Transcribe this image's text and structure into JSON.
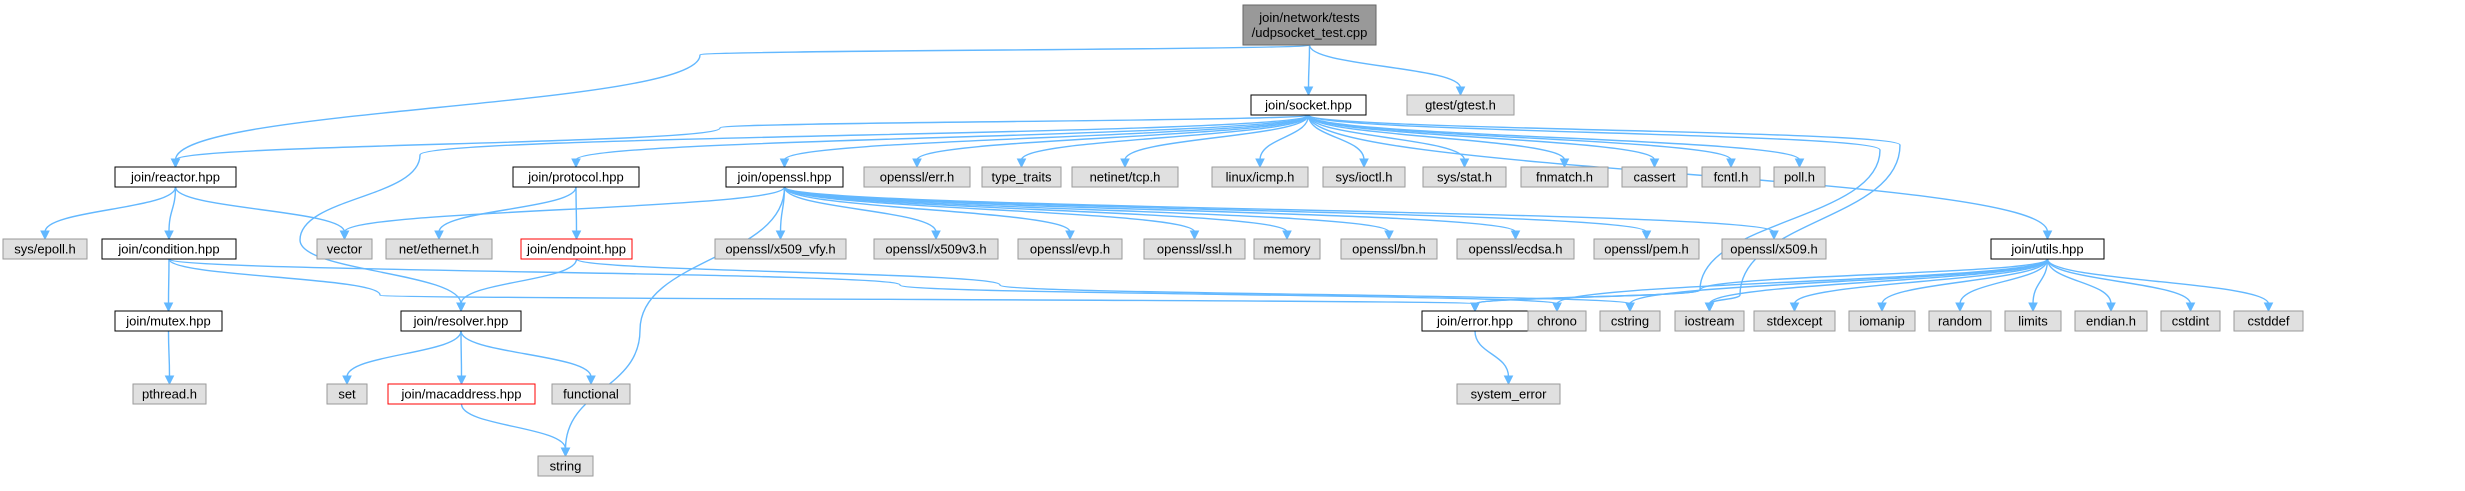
{
  "diagram": {
    "colors": {
      "root_fill": "#999999",
      "root_stroke": "#666666",
      "documented_fill": "#ffffff",
      "documented_stroke": "#000000",
      "missing_stroke": "#ff0000",
      "external_fill": "#e0e0e0",
      "external_stroke": "#999999",
      "edge": "#63b8ff"
    },
    "nodes": [
      {
        "id": "root",
        "lines": [
          "join/network/tests",
          "/udpsocket_test.cpp"
        ],
        "kind": "root"
      },
      {
        "id": "socket",
        "lines": [
          "join/socket.hpp"
        ],
        "kind": "documented"
      },
      {
        "id": "gtest",
        "lines": [
          "gtest/gtest.h"
        ],
        "kind": "external"
      },
      {
        "id": "reactor",
        "lines": [
          "join/reactor.hpp"
        ],
        "kind": "documented"
      },
      {
        "id": "protocol",
        "lines": [
          "join/protocol.hpp"
        ],
        "kind": "documented"
      },
      {
        "id": "openssl",
        "lines": [
          "join/openssl.hpp"
        ],
        "kind": "documented"
      },
      {
        "id": "opensslerr",
        "lines": [
          "openssl/err.h"
        ],
        "kind": "external"
      },
      {
        "id": "typetraits",
        "lines": [
          "type_traits"
        ],
        "kind": "external"
      },
      {
        "id": "tcp",
        "lines": [
          "netinet/tcp.h"
        ],
        "kind": "external"
      },
      {
        "id": "icmp",
        "lines": [
          "linux/icmp.h"
        ],
        "kind": "external"
      },
      {
        "id": "ioctl",
        "lines": [
          "sys/ioctl.h"
        ],
        "kind": "external"
      },
      {
        "id": "stat",
        "lines": [
          "sys/stat.h"
        ],
        "kind": "external"
      },
      {
        "id": "fnmatch",
        "lines": [
          "fnmatch.h"
        ],
        "kind": "external"
      },
      {
        "id": "cassert",
        "lines": [
          "cassert"
        ],
        "kind": "external"
      },
      {
        "id": "fcntl",
        "lines": [
          "fcntl.h"
        ],
        "kind": "external"
      },
      {
        "id": "poll",
        "lines": [
          "poll.h"
        ],
        "kind": "external"
      },
      {
        "id": "utils",
        "lines": [
          "join/utils.hpp"
        ],
        "kind": "documented"
      },
      {
        "id": "epoll",
        "lines": [
          "sys/epoll.h"
        ],
        "kind": "external"
      },
      {
        "id": "condition",
        "lines": [
          "join/condition.hpp"
        ],
        "kind": "documented"
      },
      {
        "id": "vector",
        "lines": [
          "vector"
        ],
        "kind": "external"
      },
      {
        "id": "ethernet",
        "lines": [
          "net/ethernet.h"
        ],
        "kind": "external"
      },
      {
        "id": "endpoint",
        "lines": [
          "join/endpoint.hpp"
        ],
        "kind": "missing"
      },
      {
        "id": "x509vfy",
        "lines": [
          "openssl/x509_vfy.h"
        ],
        "kind": "external"
      },
      {
        "id": "x509v3",
        "lines": [
          "openssl/x509v3.h"
        ],
        "kind": "external"
      },
      {
        "id": "evp",
        "lines": [
          "openssl/evp.h"
        ],
        "kind": "external"
      },
      {
        "id": "ssl",
        "lines": [
          "openssl/ssl.h"
        ],
        "kind": "external"
      },
      {
        "id": "memory",
        "lines": [
          "memory"
        ],
        "kind": "external"
      },
      {
        "id": "bn",
        "lines": [
          "openssl/bn.h"
        ],
        "kind": "external"
      },
      {
        "id": "ecdsa",
        "lines": [
          "openssl/ecdsa.h"
        ],
        "kind": "external"
      },
      {
        "id": "pem",
        "lines": [
          "openssl/pem.h"
        ],
        "kind": "external"
      },
      {
        "id": "x509",
        "lines": [
          "openssl/x509.h"
        ],
        "kind": "external"
      },
      {
        "id": "mutex",
        "lines": [
          "join/mutex.hpp"
        ],
        "kind": "documented"
      },
      {
        "id": "resolver",
        "lines": [
          "join/resolver.hpp"
        ],
        "kind": "documented"
      },
      {
        "id": "error",
        "lines": [
          "join/error.hpp"
        ],
        "kind": "documented"
      },
      {
        "id": "chrono",
        "lines": [
          "chrono"
        ],
        "kind": "external"
      },
      {
        "id": "cstring",
        "lines": [
          "cstring"
        ],
        "kind": "external"
      },
      {
        "id": "iostream",
        "lines": [
          "iostream"
        ],
        "kind": "external"
      },
      {
        "id": "stdexcept",
        "lines": [
          "stdexcept"
        ],
        "kind": "external"
      },
      {
        "id": "iomanip",
        "lines": [
          "iomanip"
        ],
        "kind": "external"
      },
      {
        "id": "random",
        "lines": [
          "random"
        ],
        "kind": "external"
      },
      {
        "id": "limits",
        "lines": [
          "limits"
        ],
        "kind": "external"
      },
      {
        "id": "endian",
        "lines": [
          "endian.h"
        ],
        "kind": "external"
      },
      {
        "id": "cstdint",
        "lines": [
          "cstdint"
        ],
        "kind": "external"
      },
      {
        "id": "cstddef",
        "lines": [
          "cstddef"
        ],
        "kind": "external"
      },
      {
        "id": "pthread",
        "lines": [
          "pthread.h"
        ],
        "kind": "external"
      },
      {
        "id": "set",
        "lines": [
          "set"
        ],
        "kind": "external"
      },
      {
        "id": "macaddress",
        "lines": [
          "join/macaddress.hpp"
        ],
        "kind": "missing"
      },
      {
        "id": "functional",
        "lines": [
          "functional"
        ],
        "kind": "external"
      },
      {
        "id": "systemerror",
        "lines": [
          "system_error"
        ],
        "kind": "external"
      },
      {
        "id": "string",
        "lines": [
          "string"
        ],
        "kind": "external"
      }
    ],
    "edges": [
      [
        "root",
        "socket"
      ],
      [
        "root",
        "gtest"
      ],
      [
        "root",
        "reactor"
      ],
      [
        "socket",
        "reactor"
      ],
      [
        "socket",
        "protocol"
      ],
      [
        "socket",
        "openssl"
      ],
      [
        "socket",
        "opensslerr"
      ],
      [
        "socket",
        "typetraits"
      ],
      [
        "socket",
        "tcp"
      ],
      [
        "socket",
        "icmp"
      ],
      [
        "socket",
        "ioctl"
      ],
      [
        "socket",
        "stat"
      ],
      [
        "socket",
        "fnmatch"
      ],
      [
        "socket",
        "cassert"
      ],
      [
        "socket",
        "fcntl"
      ],
      [
        "socket",
        "poll"
      ],
      [
        "socket",
        "utils"
      ],
      [
        "socket",
        "resolver"
      ],
      [
        "socket",
        "error"
      ],
      [
        "socket",
        "iostream"
      ],
      [
        "reactor",
        "epoll"
      ],
      [
        "reactor",
        "condition"
      ],
      [
        "reactor",
        "vector"
      ],
      [
        "condition",
        "mutex"
      ],
      [
        "condition",
        "error"
      ],
      [
        "condition",
        "chrono"
      ],
      [
        "mutex",
        "pthread"
      ],
      [
        "protocol",
        "ethernet"
      ],
      [
        "protocol",
        "endpoint"
      ],
      [
        "endpoint",
        "resolver"
      ],
      [
        "endpoint",
        "cstring"
      ],
      [
        "resolver",
        "set"
      ],
      [
        "resolver",
        "macaddress"
      ],
      [
        "resolver",
        "functional"
      ],
      [
        "macaddress",
        "string"
      ],
      [
        "openssl",
        "vector"
      ],
      [
        "openssl",
        "x509vfy"
      ],
      [
        "openssl",
        "x509v3"
      ],
      [
        "openssl",
        "evp"
      ],
      [
        "openssl",
        "ssl"
      ],
      [
        "openssl",
        "memory"
      ],
      [
        "openssl",
        "bn"
      ],
      [
        "openssl",
        "ecdsa"
      ],
      [
        "openssl",
        "pem"
      ],
      [
        "openssl",
        "x509"
      ],
      [
        "openssl",
        "string"
      ],
      [
        "utils",
        "error"
      ],
      [
        "utils",
        "chrono"
      ],
      [
        "utils",
        "cstring"
      ],
      [
        "utils",
        "iostream"
      ],
      [
        "utils",
        "stdexcept"
      ],
      [
        "utils",
        "iomanip"
      ],
      [
        "utils",
        "random"
      ],
      [
        "utils",
        "limits"
      ],
      [
        "utils",
        "endian"
      ],
      [
        "utils",
        "cstdint"
      ],
      [
        "utils",
        "cstddef"
      ],
      [
        "error",
        "systemerror"
      ]
    ]
  }
}
